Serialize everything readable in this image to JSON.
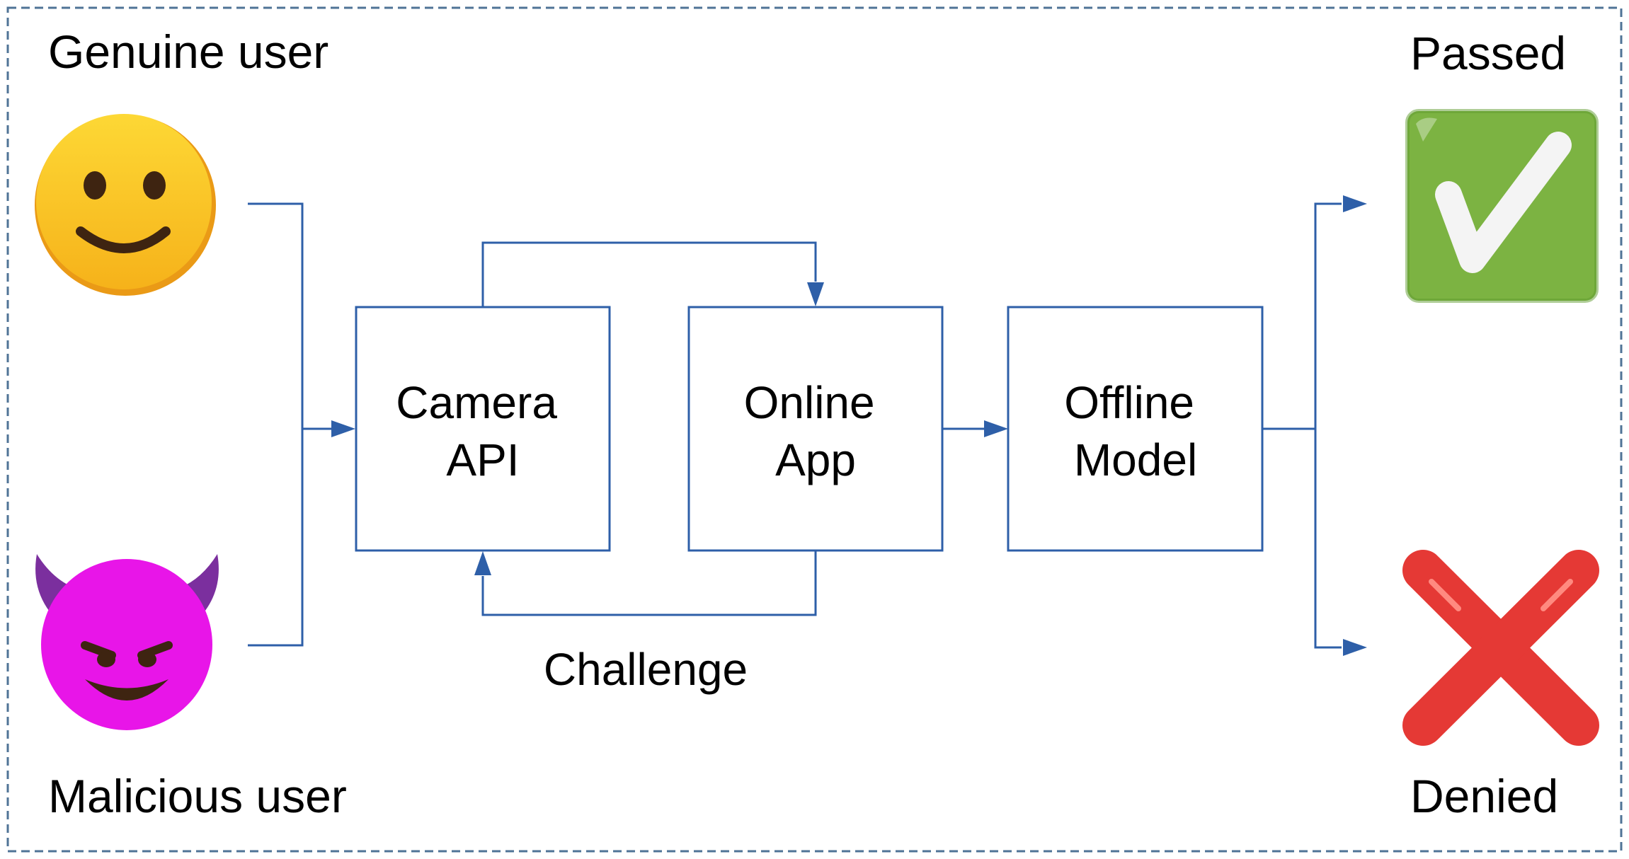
{
  "colors": {
    "border": "#4f7396",
    "connector": "#2e5fa8",
    "text": "#000000",
    "pass": "#7cb342",
    "deny": "#e53935",
    "genuine_face": "#fbc02d",
    "malicious_face": "#e815e8",
    "horns": "#7b2f9e"
  },
  "users": {
    "genuine_label": "Genuine user",
    "malicious_label": "Malicious user",
    "genuine_icon": "smiling-face-icon",
    "malicious_icon": "smiling-devil-icon"
  },
  "boxes": {
    "camera": [
      "Camera",
      "API"
    ],
    "online": [
      "Online",
      "App"
    ],
    "offline": [
      "Offline",
      "Model"
    ]
  },
  "challenge_label": "Challenge",
  "outcomes": {
    "passed_label": "Passed",
    "denied_label": "Denied",
    "passed_icon": "check-mark-button-icon",
    "denied_icon": "cross-mark-icon"
  }
}
